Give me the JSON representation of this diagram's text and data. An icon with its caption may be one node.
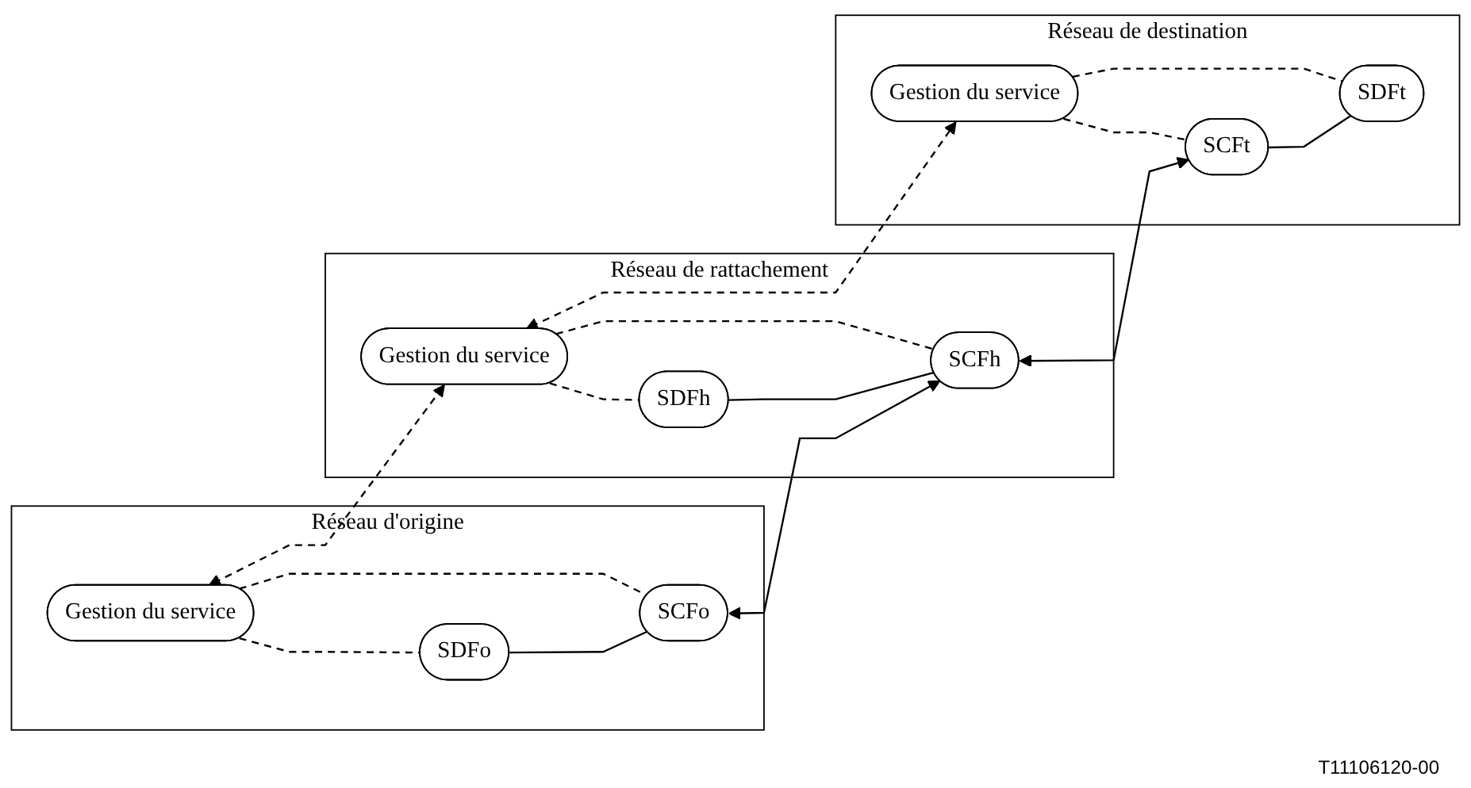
{
  "diagram": {
    "nodes": [
      {
        "text": [
          "Réseau d'origine"
        ]
      },
      {
        "text": [
          "Gestion du service"
        ],
        "in": 0
      },
      {
        "text": [
          "SDFo"
        ],
        "in": 0
      },
      {
        "text": [
          "SCFo"
        ],
        "in": 0
      },
      {
        "text": [
          "Réseau de rattachement"
        ]
      },
      {
        "text": [
          "Gestion du service"
        ],
        "in": 4
      },
      {
        "text": [
          "SDFh"
        ],
        "in": 4
      },
      {
        "text": [
          "SCFh"
        ],
        "in": 4
      },
      {
        "text": [
          "Réseau de destination"
        ]
      },
      {
        "text": [
          "Gestion du service"
        ],
        "in": 8
      },
      {
        "text": [
          "SCFt"
        ],
        "in": 8
      },
      {
        "text": [
          "SDFt"
        ],
        "in": 8
      }
    ],
    "edges": [
      {
        "from": 1,
        "to": 5,
        "arrow": "both",
        "style": "dashed"
      },
      {
        "from": 5,
        "to": 9,
        "arrow": "both",
        "style": "dashed"
      },
      {
        "from": 1,
        "to": 2,
        "arrow": "none",
        "style": "dashed"
      },
      {
        "from": 1,
        "to": 3,
        "arrow": "none",
        "style": "dashed"
      },
      {
        "from": 2,
        "to": 3,
        "arrow": "none"
      },
      {
        "from": 5,
        "to": 6,
        "arrow": "none",
        "style": "dashed"
      },
      {
        "from": 5,
        "to": 7,
        "arrow": "none",
        "style": "dashed"
      },
      {
        "from": 6,
        "to": 7,
        "arrow": "none"
      },
      {
        "from": 9,
        "to": 10,
        "arrow": "none",
        "style": "dashed"
      },
      {
        "from": 9,
        "to": 11,
        "arrow": "none",
        "style": "dashed"
      },
      {
        "from": 10,
        "to": 11,
        "arrow": "none"
      },
      {
        "from": 3,
        "to": 7,
        "arrow": "both"
      },
      {
        "from": 7,
        "to": 10,
        "arrow": "both"
      }
    ],
    "labels": [
      "T11106120-00"
    ]
  }
}
